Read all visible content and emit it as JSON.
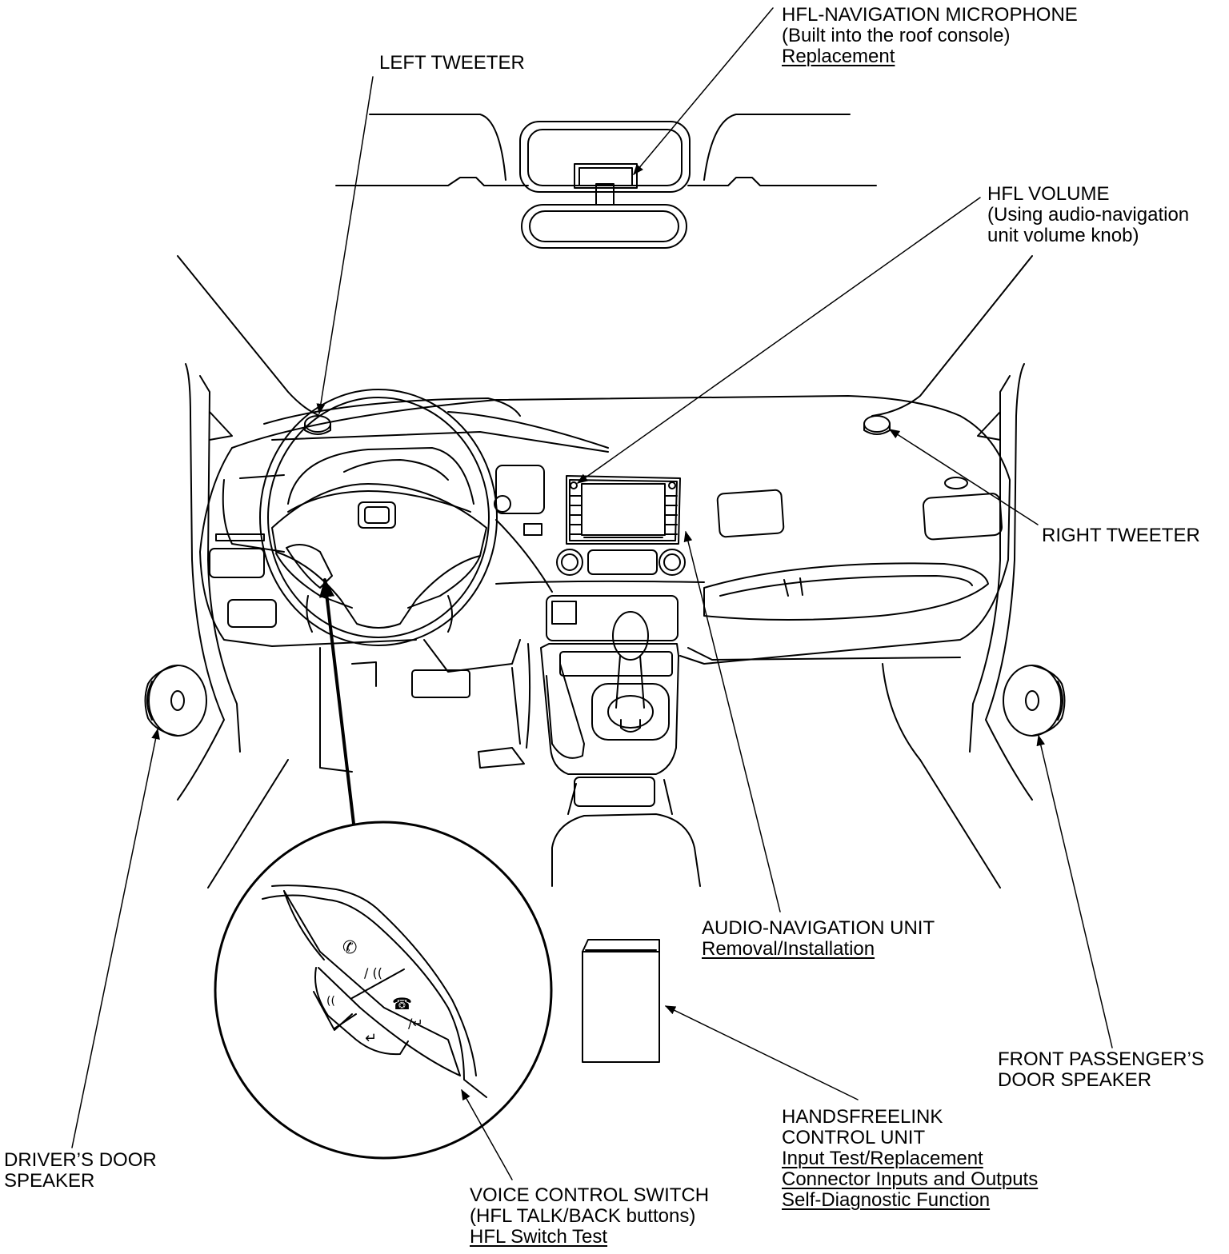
{
  "labels": {
    "microphone": {
      "title": "HFL-NAVIGATION MICROPHONE",
      "note": "(Built into the roof console)",
      "link": "Replacement",
      "icon": "microphone-icon"
    },
    "left_tweeter": {
      "title": "LEFT TWEETER",
      "icon": "speaker-icon"
    },
    "hfl_volume": {
      "title": "HFL VOLUME",
      "note1": "(Using audio-navigation",
      "note2": "unit volume knob)"
    },
    "right_tweeter": {
      "title": "RIGHT TWEETER",
      "icon": "speaker-icon"
    },
    "audio_nav": {
      "title": "AUDIO-NAVIGATION UNIT",
      "link": "Removal/Installation"
    },
    "front_passenger": {
      "line1": "FRONT PASSENGER’S",
      "line2": "DOOR SPEAKER"
    },
    "hfl_control": {
      "line1": "HANDSFREELINK",
      "line2": "CONTROL UNIT",
      "links": [
        "Input Test/Replacement",
        "Connector Inputs and Outputs",
        "Self-Diagnostic Function"
      ]
    },
    "driver_door": {
      "line1": "DRIVER’S DOOR",
      "line2": "SPEAKER"
    },
    "voice_switch": {
      "title": "VOICE CONTROL SWITCH",
      "note": "(HFL TALK/BACK buttons)",
      "link": "HFL Switch Test"
    }
  },
  "colors": {
    "ink": "#000000",
    "paper": "#ffffff"
  }
}
